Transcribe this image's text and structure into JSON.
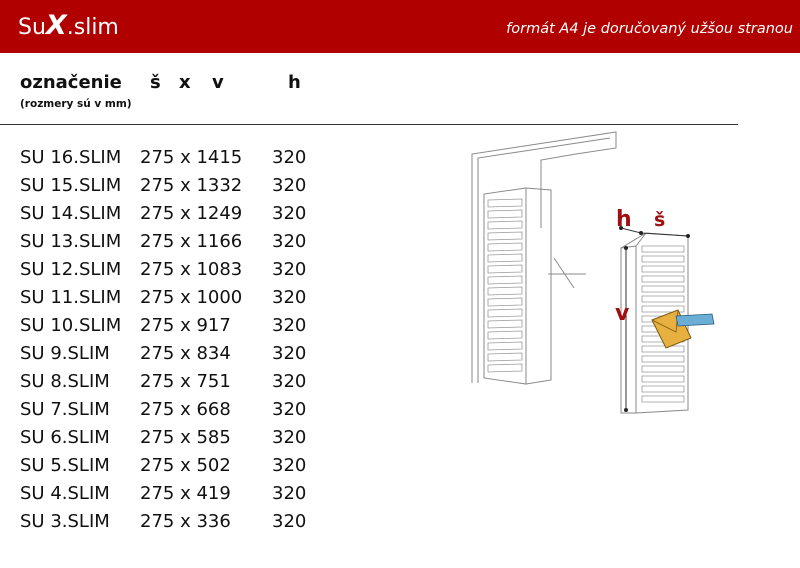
{
  "header": {
    "brand_prefix": "Su",
    "brand_x": "X",
    "brand_suffix": ".slim",
    "tagline": "formát A4 je doručovaný užšou stranou",
    "background_color": "#b00000"
  },
  "table": {
    "headers": {
      "name": "označenie",
      "s": "š",
      "x": "x",
      "v": "v",
      "h": "h"
    },
    "units_note": "(rozmery sú v mm)",
    "rows": [
      {
        "name": "SU 16.SLIM",
        "dims": "275 x 1415",
        "h": "320"
      },
      {
        "name": "SU 15.SLIM",
        "dims": "275 x 1332",
        "h": "320"
      },
      {
        "name": "SU 14.SLIM",
        "dims": "275 x 1249",
        "h": "320"
      },
      {
        "name": "SU 13.SLIM",
        "dims": "275 x 1166",
        "h": "320"
      },
      {
        "name": "SU 12.SLIM",
        "dims": "275 x 1083",
        "h": "320"
      },
      {
        "name": "SU 11.SLIM",
        "dims": "275 x 1000",
        "h": "320"
      },
      {
        "name": "SU 10.SLIM",
        "dims": "275 x 917",
        "h": "320"
      },
      {
        "name": "SU 9.SLIM",
        "dims": "275 x 834",
        "h": "320"
      },
      {
        "name": "SU 8.SLIM",
        "dims": "275 x 751",
        "h": "320"
      },
      {
        "name": "SU 7.SLIM",
        "dims": "275 x 668",
        "h": "320"
      },
      {
        "name": "SU 6.SLIM",
        "dims": "275 x 585",
        "h": "320"
      },
      {
        "name": "SU 5.SLIM",
        "dims": "275 x 502",
        "h": "320"
      },
      {
        "name": "SU 4.SLIM",
        "dims": "275 x 419",
        "h": "320"
      },
      {
        "name": "SU 3.SLIM",
        "dims": "275 x 336",
        "h": "320"
      }
    ]
  },
  "illustration": {
    "labels": {
      "h": "h",
      "s": "š",
      "v": "v"
    },
    "label_color": "#a01010",
    "envelope_color": "#e8b040",
    "card_color": "#6aaed6"
  }
}
